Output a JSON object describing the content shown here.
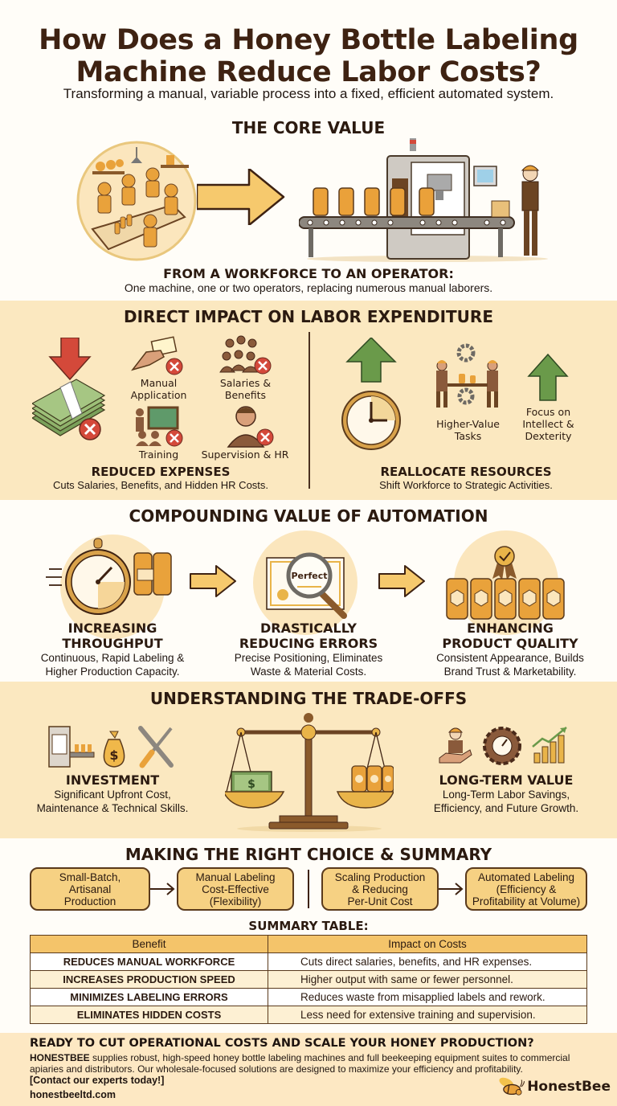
{
  "header": {
    "title_line1": "How Does a Honey Bottle Labeling",
    "title_line2": "Machine Reduce Labor Costs?",
    "subtitle": "Transforming a manual, variable process into a fixed, efficient automated system."
  },
  "core_value": {
    "heading": "THE CORE VALUE",
    "left_image": "manual-workers-illustration",
    "right_image": "labeling-machine-with-operator",
    "caption_title": "FROM A WORKFORCE TO AN OPERATOR:",
    "caption_text": "One machine, one or two operators, replacing numerous manual laborers."
  },
  "direct_impact": {
    "heading": "DIRECT IMPACT ON LABOR EXPENDITURE",
    "left": {
      "items": [
        {
          "label_line1": "Manual",
          "label_line2": "Application",
          "icon": "hand-label-icon"
        },
        {
          "label_line1": "Salaries &",
          "label_line2": "Benefits",
          "icon": "group-people-icon"
        },
        {
          "label_line1": "Training",
          "label_line2": "",
          "icon": "training-board-icon"
        },
        {
          "label_line1": "Supervision & HR",
          "label_line2": "",
          "icon": "supervisor-icon"
        }
      ],
      "title": "REDUCED EXPENSES",
      "text": "Cuts Salaries, Benefits, and Hidden HR Costs."
    },
    "right": {
      "items": [
        {
          "label_line1": "Higher-Value",
          "label_line2": "Tasks"
        },
        {
          "label_line1": "Focus on",
          "label_line2": "Intellect &",
          "label_line3": "Dexterity"
        }
      ],
      "title": "REALLOCATE RESOURCES",
      "text": "Shift Workforce to Strategic Activities."
    }
  },
  "compounding": {
    "heading": "COMPOUNDING VALUE OF AUTOMATION",
    "items": [
      {
        "title_line1": "INCREASING",
        "title_line2": "THROUGHPUT",
        "text_line1": "Continuous, Rapid Labeling &",
        "text_line2": "Higher Production Capacity."
      },
      {
        "title_line1": "DRASTICALLY",
        "title_line2": "REDUCING ERRORS",
        "text_line1": "Precise Positioning, Eliminates",
        "text_line2": "Waste & Material Costs.",
        "badge": "Perfect"
      },
      {
        "title_line1": "ENHANCING",
        "title_line2": "PRODUCT QUALITY",
        "text_line1": "Consistent Appearance, Builds",
        "text_line2": "Brand Trust & Marketability."
      }
    ]
  },
  "tradeoffs": {
    "heading": "UNDERSTANDING THE TRADE-OFFS",
    "left": {
      "title": "INVESTMENT",
      "text_line1": "Significant Upfront Cost,",
      "text_line2": "Maintenance & Technical Skills."
    },
    "right": {
      "title": "LONG-TERM VALUE",
      "text_line1": "Long-Term Labor Savings,",
      "text_line2": "Efficiency, and Future Growth."
    },
    "scale_symbol": "$"
  },
  "choice": {
    "heading": "MAKING THE RIGHT CHOICE & SUMMARY",
    "flow": [
      {
        "line1": "Small-Batch,",
        "line2": "Artisanal",
        "line3": "Production"
      },
      {
        "line1": "Manual Labeling",
        "line2": "Cost-Effective",
        "line3": "(Flexibility)"
      },
      {
        "line1": "Scaling Production",
        "line2": "& Reducing",
        "line3": "Per-Unit Cost"
      },
      {
        "line1": "Automated Labeling",
        "line2": "(Efficiency &",
        "line3": "Profitability at Volume)"
      }
    ],
    "table_title": "SUMMARY TABLE:",
    "table": {
      "headers": [
        "Benefit",
        "Impact on Costs"
      ],
      "rows": [
        [
          "REDUCES MANUAL WORKFORCE",
          "Cuts direct salaries, benefits, and HR expenses."
        ],
        [
          "INCREASES PRODUCTION SPEED",
          "Higher output with same or fewer personnel."
        ],
        [
          "MINIMIZES LABELING ERRORS",
          "Reduces waste from misapplied labels and rework."
        ],
        [
          "ELIMINATES HIDDEN COSTS",
          "Less need for extensive training and supervision."
        ]
      ]
    }
  },
  "footer": {
    "cta_heading": "READY TO CUT OPERATIONAL COSTS AND SCALE YOUR HONEY PRODUCTION?",
    "brand_bold": "HONESTBEE",
    "body_line1": " supplies robust, high-speed honey bottle labeling machines and full beekeeping equipment suites to commercial",
    "body_line2": "apiaries and distributors. Our wholesale-focused solutions are designed to maximize your efficiency and profitability.",
    "contact": "[Contact our experts today!]",
    "website": "honestbeeltd.com",
    "logo_text": "HonestBee"
  },
  "colors": {
    "brown_dark": "#3e2212",
    "band": "#fbe8c0",
    "honey": "#f4c46a",
    "red": "#d4493a",
    "green": "#6a9a4a"
  }
}
